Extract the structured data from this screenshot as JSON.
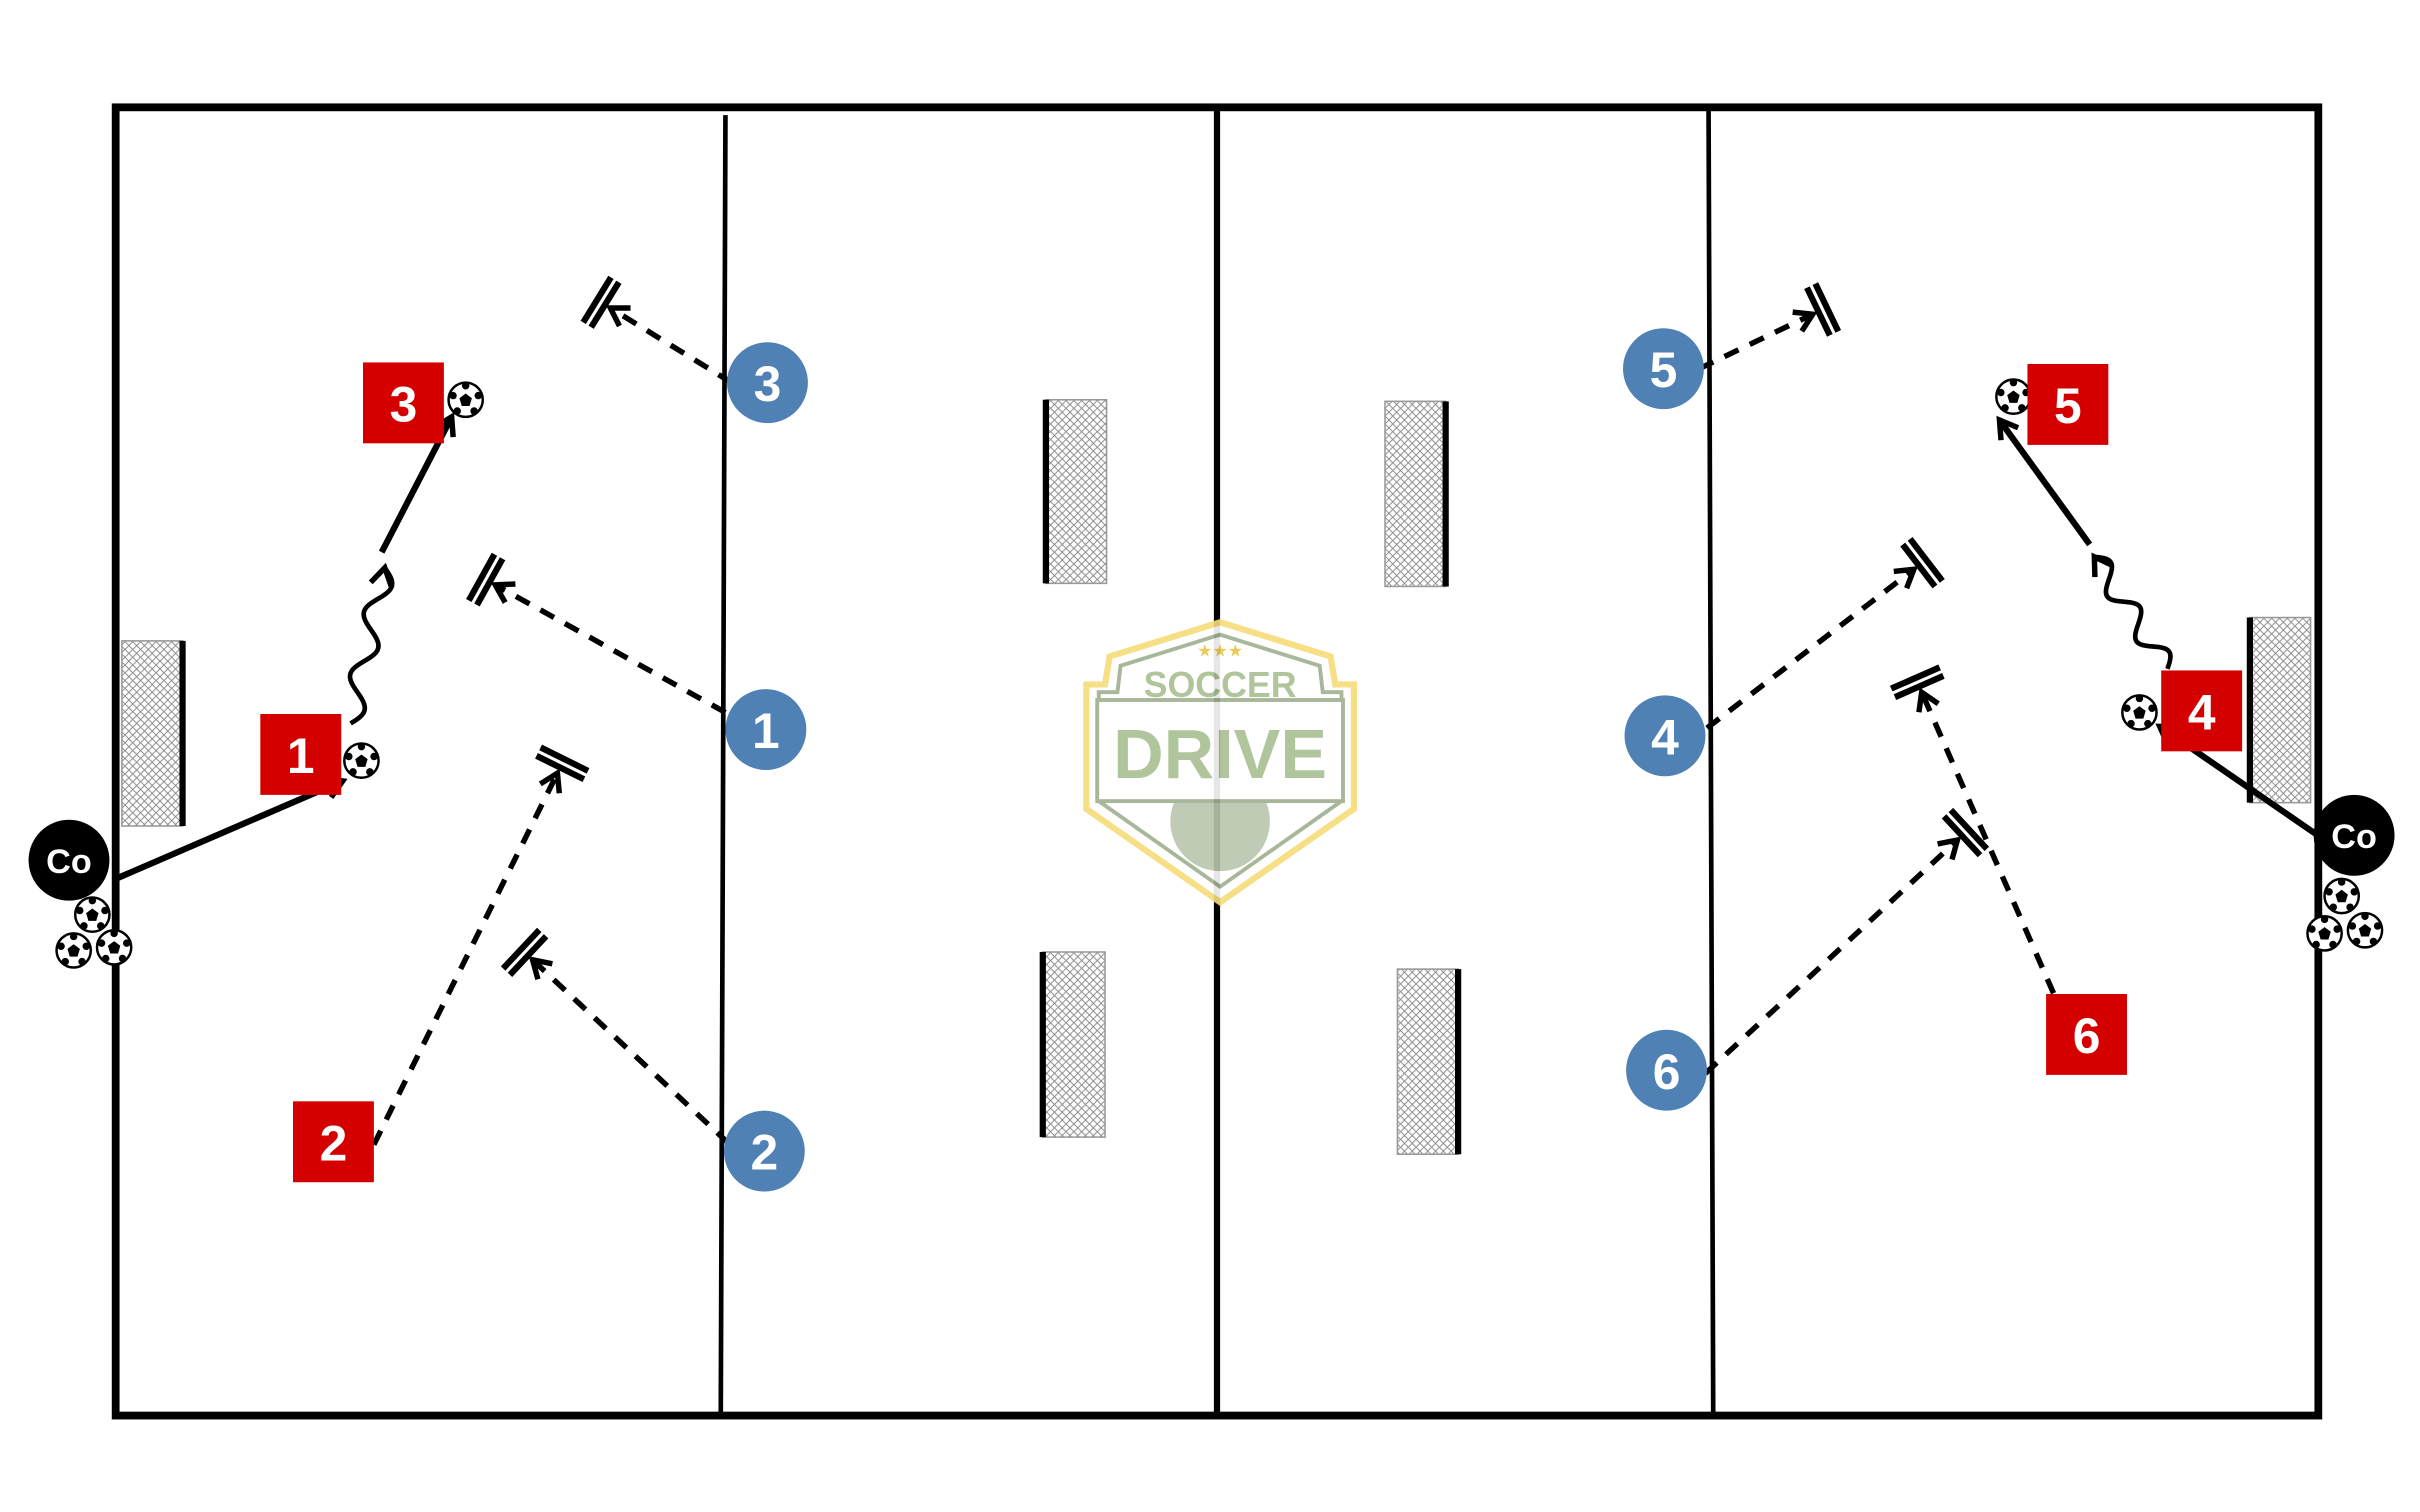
{
  "logo": {
    "line1": "SOCCER",
    "line2": "DRIVE"
  },
  "colors": {
    "red_player": "#d40000",
    "blue_player": "#4f81b5",
    "coach": "#000000",
    "line": "#000000",
    "logo_green": "#a9bf93",
    "logo_yellow": "#f7dc7a"
  },
  "coaches": [
    {
      "label": "Co"
    },
    {
      "label": "Co"
    }
  ],
  "red_players": [
    {
      "label": "1"
    },
    {
      "label": "2"
    },
    {
      "label": "3"
    },
    {
      "label": "4"
    },
    {
      "label": "5"
    },
    {
      "label": "6"
    }
  ],
  "blue_players": [
    {
      "label": "1"
    },
    {
      "label": "2"
    },
    {
      "label": "3"
    },
    {
      "label": "4"
    },
    {
      "label": "5"
    },
    {
      "label": "6"
    }
  ]
}
